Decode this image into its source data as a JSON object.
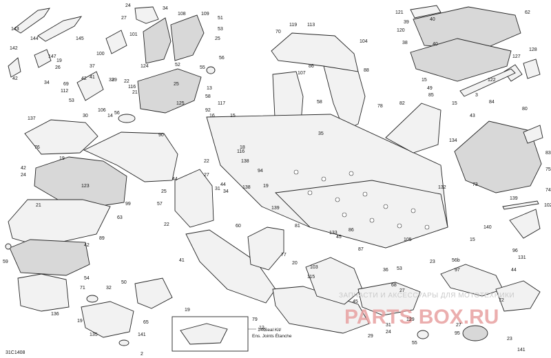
{
  "diagram": {
    "code": "31C1408",
    "seal_kit": {
      "number": "146",
      "line1": "Seal Kit/",
      "line2": "Ens. Joints Étanche"
    },
    "watermark": {
      "line1": "ЗАПЧАСТИ И АКСЕССУАРЫ ДЛЯ МОТОТЕХНИКИ",
      "line2": "PARTS BOX.RU"
    },
    "callouts": [
      {
        "n": "144"
      },
      {
        "n": "143"
      },
      {
        "n": "145"
      },
      {
        "n": "142"
      },
      {
        "n": "147"
      },
      {
        "n": "19"
      },
      {
        "n": "26"
      },
      {
        "n": "42"
      },
      {
        "n": "34"
      },
      {
        "n": "24"
      },
      {
        "n": "27"
      },
      {
        "n": "34"
      },
      {
        "n": "101"
      },
      {
        "n": "108"
      },
      {
        "n": "109"
      },
      {
        "n": "51"
      },
      {
        "n": "53"
      },
      {
        "n": "25"
      },
      {
        "n": "112"
      },
      {
        "n": "69"
      },
      {
        "n": "37"
      },
      {
        "n": "41"
      },
      {
        "n": "42"
      },
      {
        "n": "33"
      },
      {
        "n": "29"
      },
      {
        "n": "22"
      },
      {
        "n": "116"
      },
      {
        "n": "21"
      },
      {
        "n": "106"
      },
      {
        "n": "30"
      },
      {
        "n": "53"
      },
      {
        "n": "14"
      },
      {
        "n": "56"
      },
      {
        "n": "124"
      },
      {
        "n": "13"
      },
      {
        "n": "58"
      },
      {
        "n": "52"
      },
      {
        "n": "25"
      },
      {
        "n": "55"
      },
      {
        "n": "100"
      },
      {
        "n": "125"
      },
      {
        "n": "56"
      },
      {
        "n": "70"
      },
      {
        "n": "119"
      },
      {
        "n": "113"
      },
      {
        "n": "104"
      },
      {
        "n": "107"
      },
      {
        "n": "86"
      },
      {
        "n": "88"
      },
      {
        "n": "117"
      },
      {
        "n": "92"
      },
      {
        "n": "16"
      },
      {
        "n": "15"
      },
      {
        "n": "58"
      },
      {
        "n": "121"
      },
      {
        "n": "39"
      },
      {
        "n": "40"
      },
      {
        "n": "62"
      },
      {
        "n": "120"
      },
      {
        "n": "38"
      },
      {
        "n": "40"
      },
      {
        "n": "127"
      },
      {
        "n": "128"
      },
      {
        "n": "49"
      },
      {
        "n": "15"
      },
      {
        "n": "85"
      },
      {
        "n": "122"
      },
      {
        "n": "15"
      },
      {
        "n": "84"
      },
      {
        "n": "3"
      },
      {
        "n": "82"
      },
      {
        "n": "78"
      },
      {
        "n": "137"
      },
      {
        "n": "90"
      },
      {
        "n": "76"
      },
      {
        "n": "19"
      },
      {
        "n": "42"
      },
      {
        "n": "24"
      },
      {
        "n": "123"
      },
      {
        "n": "89"
      },
      {
        "n": "21"
      },
      {
        "n": "99"
      },
      {
        "n": "57"
      },
      {
        "n": "63"
      },
      {
        "n": "44"
      },
      {
        "n": "25"
      },
      {
        "n": "27"
      },
      {
        "n": "44"
      },
      {
        "n": "31"
      },
      {
        "n": "18"
      },
      {
        "n": "116"
      },
      {
        "n": "138"
      },
      {
        "n": "94"
      },
      {
        "n": "22"
      },
      {
        "n": "19"
      },
      {
        "n": "138"
      },
      {
        "n": "34"
      },
      {
        "n": "22"
      },
      {
        "n": "35"
      },
      {
        "n": "43"
      },
      {
        "n": "134"
      },
      {
        "n": "80"
      },
      {
        "n": "83"
      },
      {
        "n": "75"
      },
      {
        "n": "74"
      },
      {
        "n": "73"
      },
      {
        "n": "132"
      },
      {
        "n": "139"
      },
      {
        "n": "139"
      },
      {
        "n": "102"
      },
      {
        "n": "140"
      },
      {
        "n": "133"
      },
      {
        "n": "45"
      },
      {
        "n": "105"
      },
      {
        "n": "86"
      },
      {
        "n": "15"
      },
      {
        "n": "60"
      },
      {
        "n": "81"
      },
      {
        "n": "41"
      },
      {
        "n": "77"
      },
      {
        "n": "20"
      },
      {
        "n": "42"
      },
      {
        "n": "59"
      },
      {
        "n": "54"
      },
      {
        "n": "87"
      },
      {
        "n": "23"
      },
      {
        "n": "56b"
      },
      {
        "n": "97"
      },
      {
        "n": "71"
      },
      {
        "n": "50"
      },
      {
        "n": "32"
      },
      {
        "n": "19"
      },
      {
        "n": "136"
      },
      {
        "n": "103"
      },
      {
        "n": "115"
      },
      {
        "n": "36"
      },
      {
        "n": "53"
      },
      {
        "n": "68"
      },
      {
        "n": "27"
      },
      {
        "n": "29"
      },
      {
        "n": "96"
      },
      {
        "n": "131"
      },
      {
        "n": "44"
      },
      {
        "n": "19"
      },
      {
        "n": "135"
      },
      {
        "n": "141"
      },
      {
        "n": "2"
      },
      {
        "n": "12"
      },
      {
        "n": "79"
      },
      {
        "n": "45"
      },
      {
        "n": "31"
      },
      {
        "n": "24"
      },
      {
        "n": "27"
      },
      {
        "n": "95"
      },
      {
        "n": "55"
      },
      {
        "n": "129"
      },
      {
        "n": "23"
      },
      {
        "n": "72"
      },
      {
        "n": "65"
      },
      {
        "n": "141"
      }
    ]
  }
}
